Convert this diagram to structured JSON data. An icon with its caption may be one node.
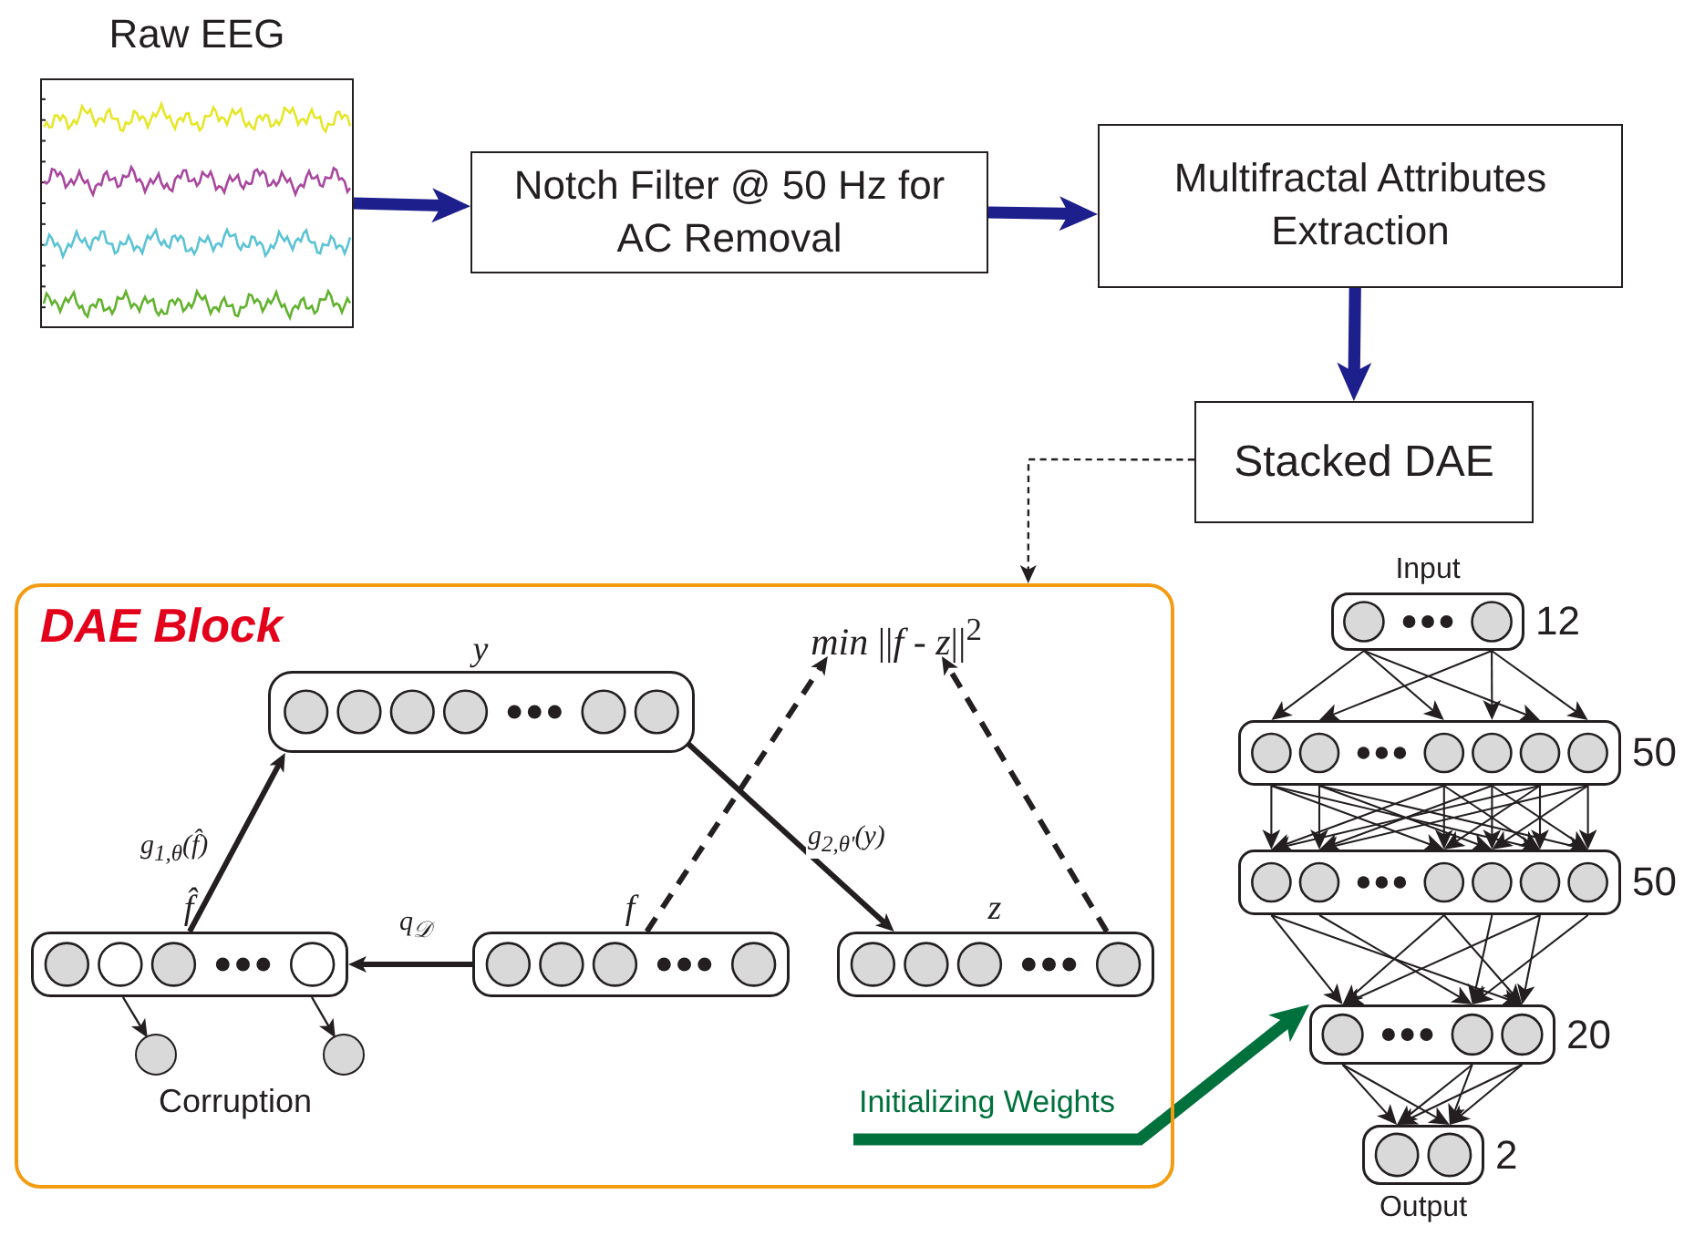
{
  "diagram": {
    "nodes": [
      {
        "text": [
          "Raw EEG"
        ]
      },
      {
        "text": [
          "Notch Filter @ 50 Hz for AC Removal"
        ]
      },
      {
        "text": [
          "Multifractal Attributes Extraction"
        ]
      },
      {
        "text": [
          "Stacked DAE"
        ]
      },
      {
        "text": [
          "DAE Block"
        ]
      },
      {
        "text": [
          "y"
        ],
        "in": 4
      },
      {
        "text": [
          "f̂"
        ],
        "in": 4
      },
      {
        "text": [
          "f"
        ],
        "in": 4
      },
      {
        "text": [
          "z"
        ],
        "in": 4
      },
      {
        "text": [
          "*min* ||*f* - *z*||$^{2}$"
        ],
        "in": 4
      },
      {
        "text": [],
        "shape": "circle",
        "in": 4
      },
      {
        "text": [],
        "shape": "circle",
        "in": 4
      },
      {
        "text": [
          "Input"
        ],
        "beside": [
          "12"
        ]
      },
      {
        "text": [],
        "shape": "box",
        "beside": [
          "50"
        ]
      },
      {
        "text": [],
        "shape": "box",
        "beside": [
          "50"
        ]
      },
      {
        "text": [],
        "shape": "box",
        "beside": [
          "20"
        ]
      },
      {
        "text": [
          "Output"
        ],
        "beside": [
          "2"
        ]
      }
    ],
    "edges": [
      {
        "from": 0,
        "to": 1,
        "arrow": "to",
        "style": "thick",
        "color": "#1c1f8c"
      },
      {
        "from": 1,
        "to": 2,
        "arrow": "to",
        "style": "thick",
        "color": "#1c1f8c"
      },
      {
        "from": 2,
        "to": 3,
        "arrow": "to",
        "style": "thick",
        "color": "#1c1f8c"
      },
      {
        "from": 3,
        "to": 4,
        "arrow": "to",
        "style": "dashed"
      },
      {
        "from": 7,
        "to": 6,
        "arrow": "to",
        "label": "q$_{𝒟}$"
      },
      {
        "from": 6,
        "to": 5,
        "arrow": "to",
        "label": "g$_{1,θ}$(f̂)"
      },
      {
        "from": 5,
        "to": 8,
        "arrow": "to",
        "label": "g$_{2,θ'}$(y)"
      },
      {
        "from": 7,
        "to": 9,
        "arrow": "to",
        "style": "dashed"
      },
      {
        "from": 8,
        "to": 9,
        "arrow": "to",
        "style": "dashed"
      },
      {
        "from": 6,
        "to": 10,
        "arrow": "to"
      },
      {
        "from": 6,
        "to": 11,
        "arrow": "to"
      },
      {
        "from": 12,
        "to": 13,
        "arrow": "to"
      },
      {
        "from": 13,
        "to": 14,
        "arrow": "to"
      },
      {
        "from": 14,
        "to": 15,
        "arrow": "to"
      },
      {
        "from": 15,
        "to": 16,
        "arrow": "to"
      },
      {
        "from": null,
        "to": 15,
        "arrow": "to",
        "style": "thick",
        "color": "#00703c",
        "label": "Initializing Weights"
      }
    ],
    "labels": [
      "Corruption"
    ]
  }
}
